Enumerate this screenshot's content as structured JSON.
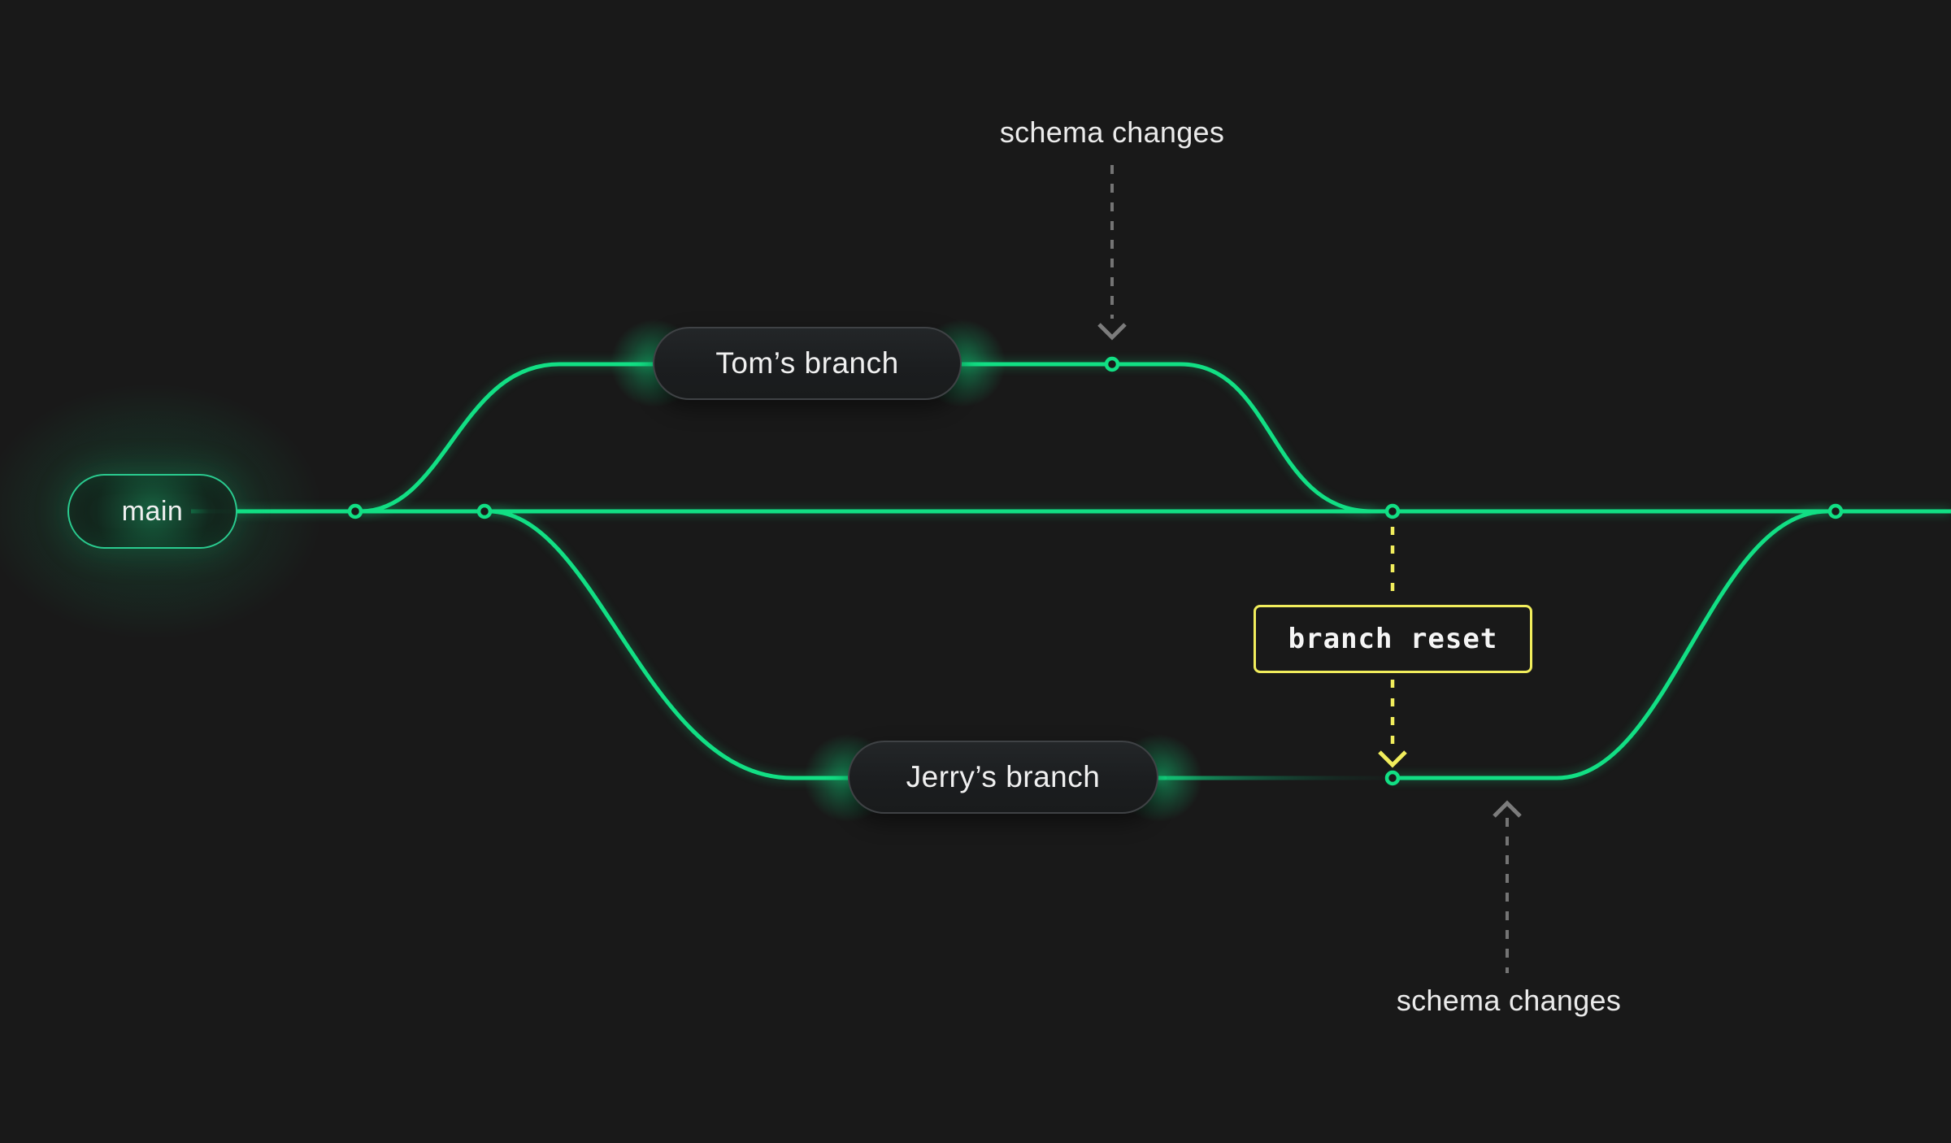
{
  "page": {
    "background": "#191919",
    "type": "database-branching-diagram"
  },
  "colors": {
    "branch_line_green": "#12DF84",
    "reset_yellow": "#F1ED5C",
    "arrow_gray": "#747474",
    "label_text": "#F0F0F0",
    "pill_border_gray": "#3F4245",
    "main_pill_border_green": "#2ACB8F"
  },
  "branches": {
    "main": {
      "label": "main"
    },
    "tom": {
      "label": "Tom’s branch"
    },
    "jerry": {
      "label": "Jerry’s branch"
    }
  },
  "annotations": {
    "schema_changes_top": {
      "label": "schema changes",
      "arrow": "down-to-toms-branch-commit"
    },
    "schema_changes_bottom": {
      "label": "schema changes",
      "arrow": "up-to-jerrys-branch-line"
    },
    "branch_reset": {
      "label": "branch reset",
      "arrow": "yellow-dashed-from-main-merge-commit-to-jerrys-branch-commit"
    }
  },
  "graph": {
    "commit_node_count": 6,
    "node_shape": "ring-circle"
  }
}
